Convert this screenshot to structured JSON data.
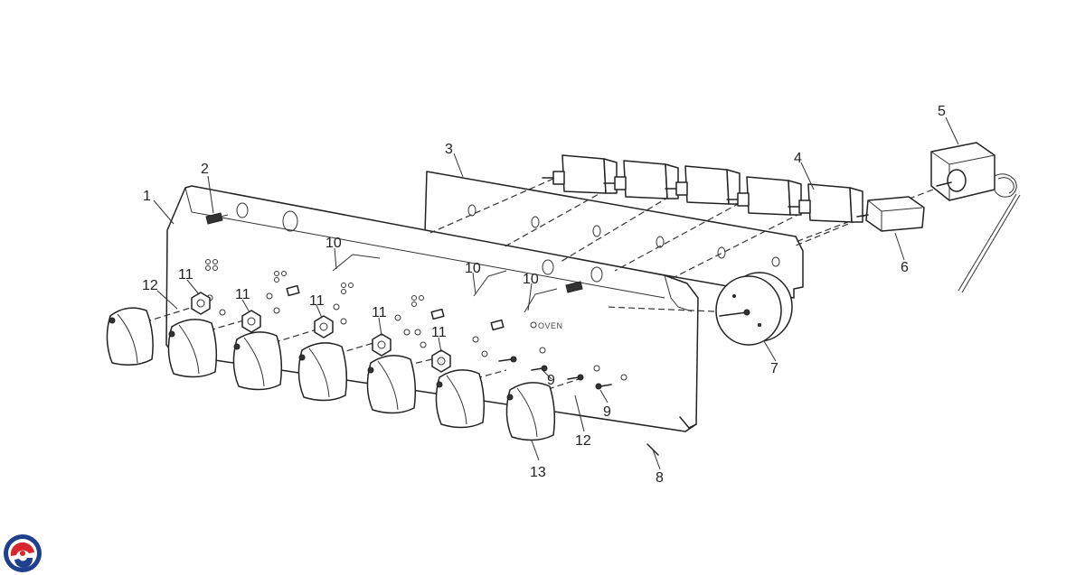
{
  "panel_text": "OVEN",
  "callouts": [
    {
      "id": "1",
      "text": "1"
    },
    {
      "id": "2",
      "text": "2"
    },
    {
      "id": "3",
      "text": "3"
    },
    {
      "id": "4",
      "text": "4"
    },
    {
      "id": "5",
      "text": "5"
    },
    {
      "id": "6",
      "text": "6"
    },
    {
      "id": "7",
      "text": "7"
    },
    {
      "id": "8",
      "text": "8"
    },
    {
      "id": "9a",
      "text": "9"
    },
    {
      "id": "9b",
      "text": "9"
    },
    {
      "id": "10a",
      "text": "10"
    },
    {
      "id": "10b",
      "text": "10"
    },
    {
      "id": "10c",
      "text": "10"
    },
    {
      "id": "11a",
      "text": "11"
    },
    {
      "id": "11b",
      "text": "11"
    },
    {
      "id": "11c",
      "text": "11"
    },
    {
      "id": "11d",
      "text": "11"
    },
    {
      "id": "11e",
      "text": "11"
    },
    {
      "id": "12a",
      "text": "12"
    },
    {
      "id": "12b",
      "text": "12"
    },
    {
      "id": "13",
      "text": "13"
    }
  ],
  "logo": {
    "icon": "brand-logo-icon",
    "colors": [
      "#1f3f8f",
      "#d8262c"
    ]
  }
}
